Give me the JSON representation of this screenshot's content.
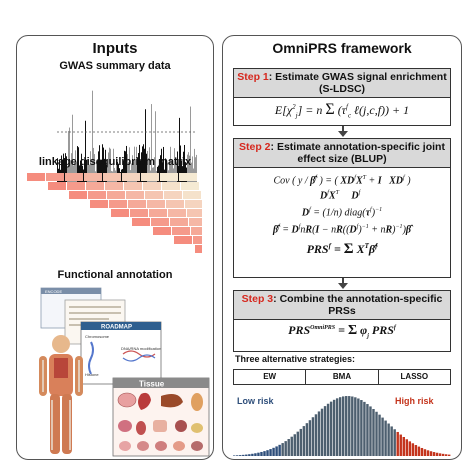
{
  "left_panel": {
    "title": "Inputs",
    "gwas_label": "GWAS summary data",
    "ld_label": "linkage disequilibrium matrix",
    "functional_label": "Functional annotation",
    "sources": {
      "encode": "ENCODE",
      "roadmap": "ROADMAP",
      "roadmap_sub1": "Chromosome",
      "roadmap_sub2": "DNA/RNA modification",
      "roadmap_sub3": "Histone",
      "tissue": "Tissue"
    }
  },
  "right_panel": {
    "title": "OmniPRS framework",
    "step1": {
      "num": "Step 1",
      "text": ": Estimate GWAS signal enrichment (S-LDSC)"
    },
    "step2": {
      "num": "Step 2",
      "text": ": Estimate annotation-specific joint effect size (BLUP)"
    },
    "step3": {
      "num": "Step 3",
      "text": ": Combine the annotation-specific PRSs"
    },
    "strategies_label": "Three alternative strategies:",
    "strategies": [
      "EW",
      "BMA",
      "LASSO"
    ],
    "low_risk": "Low risk",
    "high_risk": "High risk"
  },
  "colors": {
    "step_number": "#d6281e",
    "ld_dark": "#f08070",
    "ld_light": "#fde0da",
    "low_risk": "#2e4e7a",
    "high_risk": "#c4341c"
  }
}
